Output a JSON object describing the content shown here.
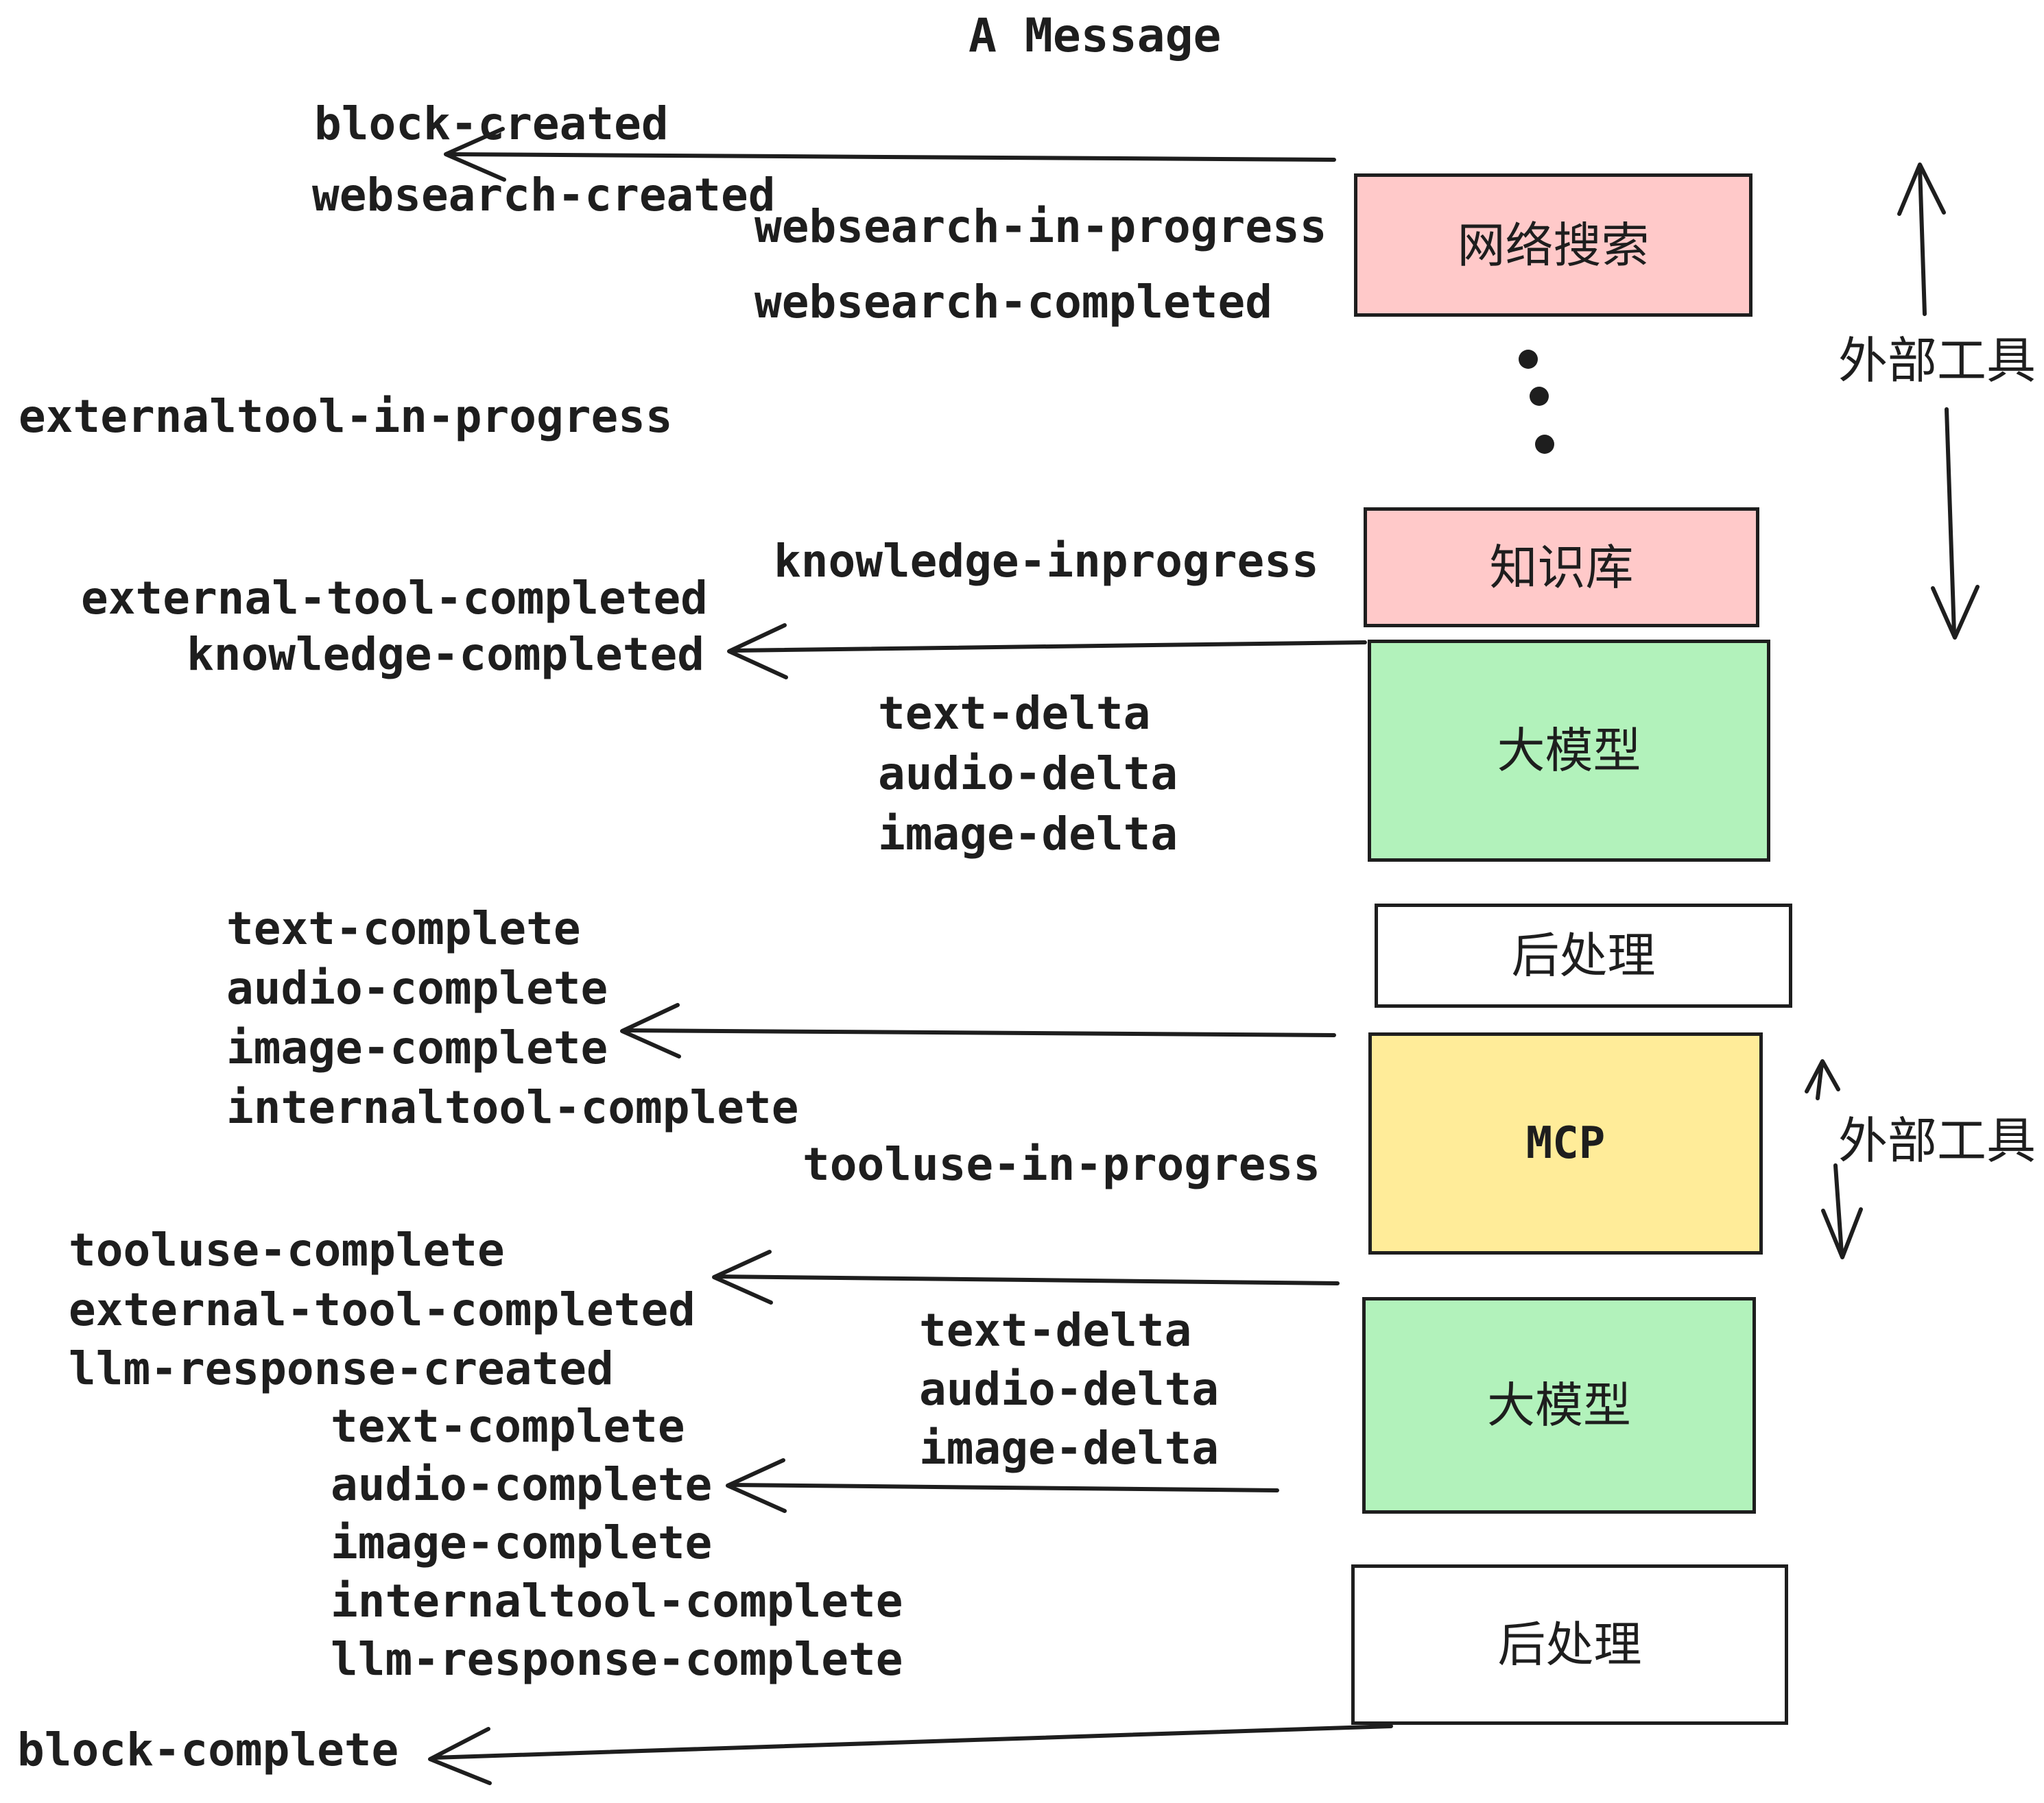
{
  "title": "A Message",
  "colors": {
    "box_pink": "#ffc9c9",
    "box_green": "#b2f2bb",
    "box_yellow": "#ffec99",
    "box_white": "#ffffff",
    "ink": "#1e1e1e"
  },
  "boxes": [
    {
      "id": "websearch",
      "label": "网络搜索",
      "fill": "#ffc9c9"
    },
    {
      "id": "knowledge",
      "label": "知识库",
      "fill": "#ffc9c9"
    },
    {
      "id": "llm-1",
      "label": "大模型",
      "fill": "#b2f2bb"
    },
    {
      "id": "post-1",
      "label": "后处理",
      "fill": "#ffffff"
    },
    {
      "id": "mcp",
      "label": "MCP",
      "fill": "#ffec99"
    },
    {
      "id": "llm-2",
      "label": "大模型",
      "fill": "#b2f2bb"
    },
    {
      "id": "post-2",
      "label": "后处理",
      "fill": "#ffffff"
    }
  ],
  "side_labels": [
    {
      "text": "外部工具"
    },
    {
      "text": "外部工具"
    }
  ],
  "events": [
    {
      "text": "block-created"
    },
    {
      "text": "websearch-created"
    },
    {
      "text": "websearch-in-progress"
    },
    {
      "text": "websearch-completed"
    },
    {
      "text": "externaltool-in-progress"
    },
    {
      "text": "knowledge-inprogress"
    },
    {
      "text": "external-tool-completed"
    },
    {
      "text": "knowledge-completed"
    },
    {
      "text": "text-delta"
    },
    {
      "text": "audio-delta"
    },
    {
      "text": "image-delta"
    },
    {
      "text": "text-complete"
    },
    {
      "text": "audio-complete"
    },
    {
      "text": "image-complete"
    },
    {
      "text": "internaltool-complete"
    },
    {
      "text": "tooluse-in-progress"
    },
    {
      "text": "tooluse-complete"
    },
    {
      "text": "external-tool-completed"
    },
    {
      "text": "llm-response-created"
    },
    {
      "text": "text-delta"
    },
    {
      "text": "audio-delta"
    },
    {
      "text": "image-delta"
    },
    {
      "text": "text-complete"
    },
    {
      "text": "audio-complete"
    },
    {
      "text": "image-complete"
    },
    {
      "text": "internaltool-complete"
    },
    {
      "text": "llm-response-complete"
    },
    {
      "text": "block-complete"
    }
  ]
}
